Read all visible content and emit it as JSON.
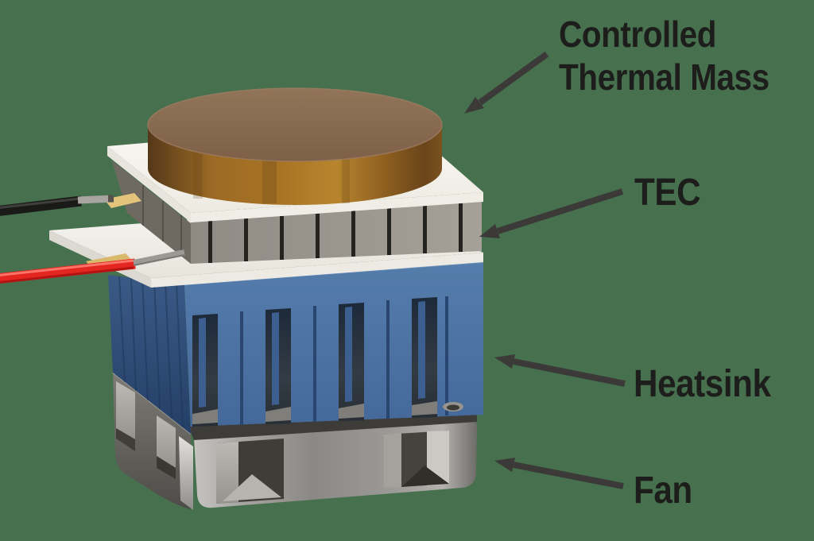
{
  "diagram": {
    "labels": [
      {
        "id": "controlled-thermal-mass",
        "lines": [
          "Controlled",
          "Thermal Mass"
        ],
        "target": "copper-disc"
      },
      {
        "id": "tec",
        "lines": [
          "TEC"
        ],
        "target": "tec-module"
      },
      {
        "id": "heatsink",
        "lines": [
          "Heatsink"
        ],
        "target": "heatsink"
      },
      {
        "id": "fan",
        "lines": [
          "Fan"
        ],
        "target": "fan"
      }
    ],
    "components": [
      "controlled-thermal-mass-disc",
      "tec-module",
      "heatsink",
      "fan",
      "black-wire",
      "red-wire"
    ]
  },
  "colors": {
    "background": "#47714e",
    "label_text": "#1d1d1b",
    "arrow": "#3b3a38",
    "copper_top": "#8b6d55",
    "copper_side": "#a06a22",
    "ceramic_white": "#f2efe9",
    "pillar_gray": "#979389",
    "pad_gold": "#e3c47a",
    "heatsink_blue": "#4c72a4",
    "heatsink_dark_blue": "#2c4a74",
    "fan_gray": "#9a9894",
    "wire_black": "#1a1a18",
    "wire_red": "#e42621",
    "solder_silver": "#a8a5a0"
  }
}
